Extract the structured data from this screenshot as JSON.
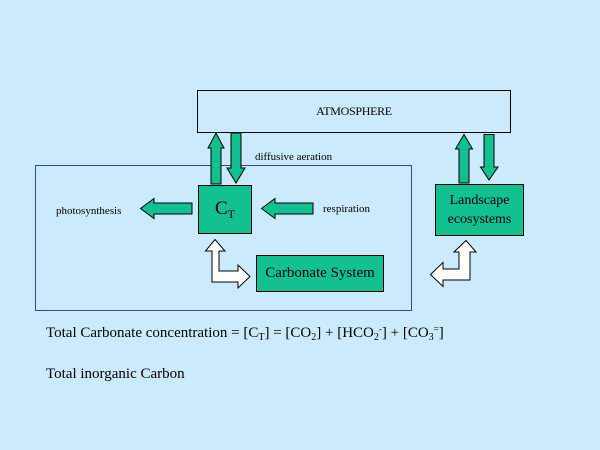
{
  "diagram": {
    "atmosphere_label": "ATMOSPHERE",
    "diffusive_label": "diffusive aeration",
    "photosynthesis_label": "photosynthesis",
    "respiration_label": "respiration",
    "ct_main": "C",
    "ct_sub": "T",
    "carbonate_label": "Carbonate System",
    "landscape_line1": "Landscape",
    "landscape_line2": "ecosystems",
    "colors": {
      "background": "#cbebfd",
      "box_fill": "#13c08f",
      "outer_border": "#2e4aa0"
    }
  },
  "equation": {
    "prefix": "Total Carbonate concentration = [C",
    "ct_sub": "T",
    "mid1": "] =  [CO",
    "co2_sub": "2",
    "mid2": "] + [HCO",
    "hco_sub": "2",
    "hco_sup": "-",
    "mid3": "] + [CO",
    "co3_sub": "3",
    "co3_sup": "=",
    "suffix": "]"
  },
  "note": "Total inorganic Carbon"
}
